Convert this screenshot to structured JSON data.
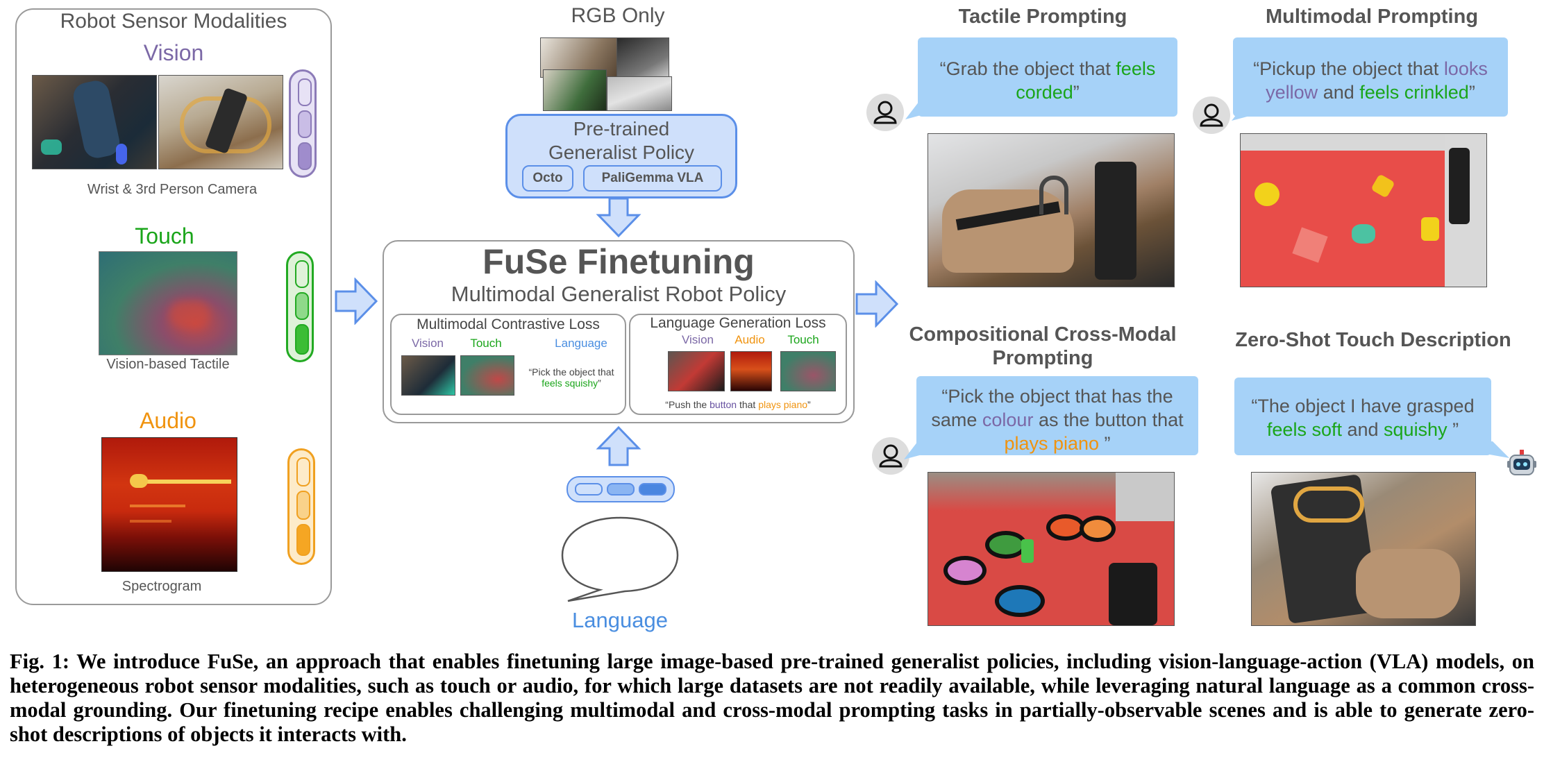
{
  "colors": {
    "vision": "#7b68a6",
    "touch": "#1aa51a",
    "audio": "#f0930f",
    "language": "#4a8ee0",
    "bubble": "#a6d2f8",
    "policy_box": "#cfe0fb",
    "policy_border": "#5b8fe8"
  },
  "left_panel": {
    "title": "Robot Sensor Modalities",
    "vision_label": "Vision",
    "vision_caption": "Wrist & 3rd Person Camera",
    "touch_label": "Touch",
    "touch_caption": "Vision-based Tactile",
    "audio_label": "Audio",
    "audio_caption": "Spectrogram"
  },
  "center": {
    "rgb_label": "RGB Only",
    "pretrained_line1": "Pre-trained",
    "pretrained_line2": "Generalist Policy",
    "octo": "Octo",
    "paligemma": "PaliGemma VLA",
    "fuse_title": "FuSe Finetuning",
    "fuse_subtitle": "Multimodal Generalist Robot Policy",
    "contrastive": {
      "title": "Multimodal Contrastive Loss",
      "vision": "Vision",
      "touch": "Touch",
      "language": "Language",
      "quote_pre": "“Pick the object that",
      "quote_hl": "feels squishy",
      "quote_post": "”"
    },
    "generation": {
      "title": "Language Generation Loss",
      "vision": "Vision",
      "audio": "Audio",
      "touch": "Touch",
      "q1": "“Push the ",
      "q2": "button",
      "q3": " that ",
      "q4": "plays piano",
      "q5": "”"
    },
    "language_label": "Language"
  },
  "right_panels": {
    "tactile": {
      "title": "Tactile Prompting",
      "q1": "“Grab the object that ",
      "q2": "feels",
      "q3": "corded",
      "q4": "”"
    },
    "multimodal": {
      "title": "Multimodal Prompting",
      "q1": "“Pickup the object that ",
      "q2": "looks",
      "q3": "yellow",
      "q4": " and ",
      "q5": "feels crinkled",
      "q6": "”"
    },
    "compositional": {
      "title_line1": "Compositional Cross-Modal",
      "title_line2": "Prompting",
      "line1": "“Pick the object that has the",
      "l2a": "same ",
      "l2b": "colour",
      "l2c": " as the button that",
      "l3a": "plays piano",
      "l3b": " ”"
    },
    "zeroshot": {
      "title": "Zero-Shot Touch Description",
      "line1": "“The object I have grasped",
      "l2a": "feels soft",
      "l2b": " and ",
      "l2c": "squishy",
      "l2d": " ”"
    }
  },
  "caption": "Fig. 1: We introduce FuSe, an approach that enables finetuning large image-based pre-trained generalist policies, including vision-language-action (VLA) models, on heterogeneous robot sensor modalities, such as touch or audio, for which large datasets are not readily available, while leveraging natural language as a common cross-modal grounding. Our finetuning recipe enables challenging multimodal and cross-modal prompting tasks in partially-observable scenes and is able to generate zero-shot descriptions of objects it interacts with."
}
